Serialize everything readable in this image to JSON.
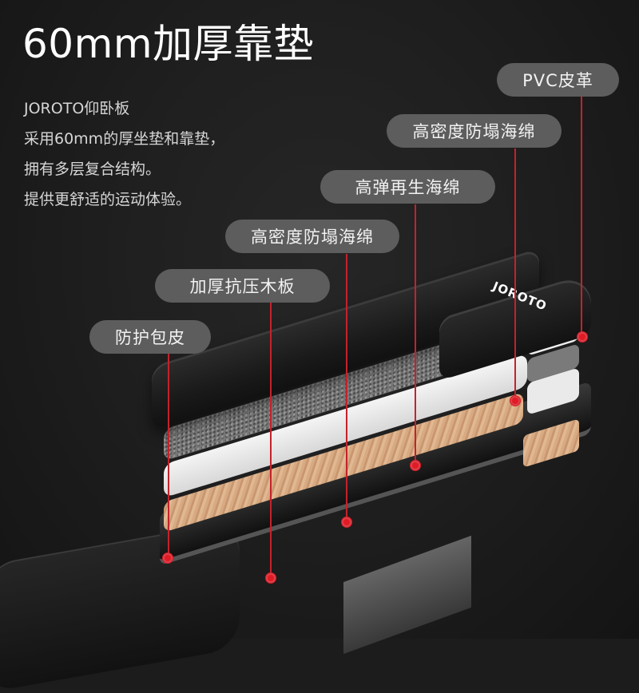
{
  "headline": "60mm加厚靠垫",
  "description": [
    "JOROTO仰卧板",
    "采用60mm的厚坐垫和靠垫，",
    "拥有多层复合结构。",
    "提供更舒适的运动体验。"
  ],
  "product": {
    "brand_logo": "JOROTO"
  },
  "layer_labels": [
    {
      "label": "PVC皮革"
    },
    {
      "label": "高密度防塌海绵"
    },
    {
      "label": "高弹再生海绵"
    },
    {
      "label": "高密度防塌海绵"
    },
    {
      "label": "加厚抗压木板"
    },
    {
      "label": "防护包皮"
    }
  ],
  "colors": {
    "background": "#1c1c1c",
    "pill": "#5d5d5d",
    "leader_line": "#c4222b",
    "dot": "#e11b25",
    "wood": "#d7aa82",
    "foam_white": "#f2f2f2",
    "foam_grey": "#777777"
  }
}
